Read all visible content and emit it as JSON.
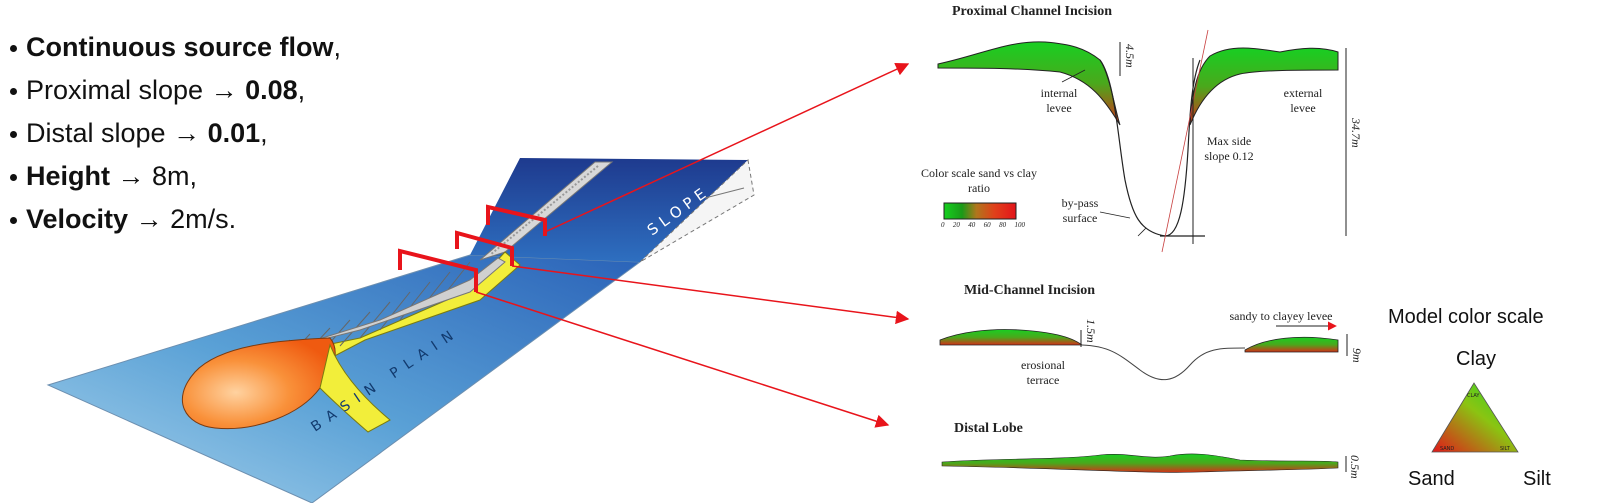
{
  "bullets": [
    {
      "bold": "Continuous source flow",
      "pre": "",
      "suffix": ","
    },
    {
      "pre": "Proximal slope → ",
      "bold": "0.08",
      "suffix": ","
    },
    {
      "pre": "Distal slope → ",
      "bold": "0.01",
      "suffix": ","
    },
    {
      "bold": "Height",
      "pre": "",
      "suffix": " → 8m,"
    },
    {
      "bold": "Velocity",
      "pre": "",
      "suffix": " → 2m/s."
    }
  ],
  "block": {
    "slope_label": "SLOPE",
    "basin_label": "BASIN PLAIN"
  },
  "proximal": {
    "title": "Proximal Channel Incision",
    "height_small": "4.5m",
    "height_large": "34.7m",
    "internal_levee": "internal levee",
    "external_levee": "external levee",
    "max_side_slope": "Max side slope 0.12",
    "bypass": "by-pass surface",
    "scale_title": "Color scale sand vs clay ratio",
    "scale_ticks": [
      "0",
      "20",
      "40",
      "60",
      "80",
      "100"
    ]
  },
  "mid": {
    "title": "Mid-Channel Incision",
    "height_small": "1.5m",
    "height_right": "9m",
    "erosional": "erosional terrace",
    "sandy": "sandy to clayey levee"
  },
  "distal": {
    "title": "Distal Lobe",
    "height": "0.5m"
  },
  "legend": {
    "title": "Model color scale",
    "clay": "Clay",
    "sand": "Sand",
    "silt": "Silt",
    "inner_clay": "CLAY",
    "inner_sand": "SAND",
    "inner_silt": "SILT"
  },
  "colors": {
    "arrow": "#e8141b",
    "green": "#12d31d",
    "red": "#e0201c",
    "blue": "#1d3d8f"
  }
}
